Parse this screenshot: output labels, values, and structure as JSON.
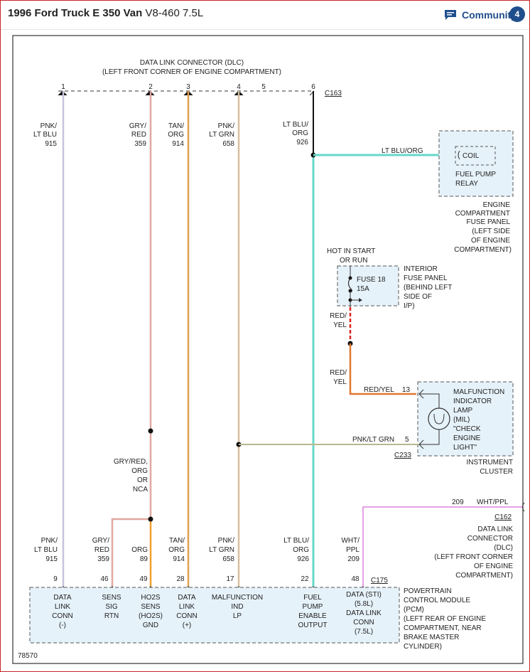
{
  "header": {
    "title": "1996 Ford Truck E 350 Van",
    "engine": "V8-460 7.5L",
    "community_label": "Community",
    "community_badge": "4"
  },
  "diagram": {
    "dlc_title_1": "DATA LINK CONNECTOR (DLC)",
    "dlc_title_2": "(LEFT FRONT CORNER OF ENGINE COMPARTMENT)",
    "dlc_pins": [
      "1",
      "2",
      "3",
      "4",
      "5",
      "6"
    ],
    "dlc_connector_id": "C163",
    "upper_wires": [
      {
        "color": "PNK/",
        "color2": "LT BLU",
        "circuit": "915"
      },
      {
        "color": "GRY/",
        "color2": "RED",
        "circuit": "359"
      },
      {
        "color": "TAN/",
        "color2": "ORG",
        "circuit": "914"
      },
      {
        "color": "PNK/",
        "color2": "LT GRN",
        "circuit": "658"
      },
      {
        "color": "LT BLU/",
        "color2": "ORG",
        "circuit": "926"
      }
    ],
    "relay_wire_label": "LT BLU/ORG",
    "relay_coil": "COIL",
    "relay_name_1": "FUEL PUMP",
    "relay_name_2": "RELAY",
    "engine_fuse_panel": [
      "ENGINE",
      "COMPARTMENT",
      "FUSE PANEL",
      "(LEFT SIDE",
      "OF ENGINE",
      "COMPARTMENT)"
    ],
    "hot_label_1": "HOT IN START",
    "hot_label_2": "OR RUN",
    "fuse_name": "FUSE 18",
    "fuse_rating": "15A",
    "interior_fuse_panel": [
      "INTERIOR",
      "FUSE PANEL",
      "(BEHIND LEFT",
      "SIDE OF",
      "I/P)"
    ],
    "red_yel_1": "RED/",
    "red_yel_2": "YEL",
    "mil_wire_label": "RED/YEL",
    "mil_pin_13": "13",
    "mil_pin_5": "5",
    "mil_ground_wire_label": "PNK/LT GRN",
    "cluster_connector_id": "C233",
    "mil_text": [
      "MALFUNCTION",
      "INDICATOR",
      "LAMP",
      "(MIL)",
      "\"CHECK",
      "ENGINE",
      "LIGHT\""
    ],
    "cluster_label_1": "INSTRUMENT",
    "cluster_label_2": "CLUSTER",
    "splice_label": [
      "GRY/RED,",
      "ORG",
      "OR",
      "NCA"
    ],
    "sti_circuit": "209",
    "sti_wire_label": "WHT/PPL",
    "c162_id": "C162",
    "c162_label": [
      "DATA LINK",
      "CONNECTOR",
      "(DLC)",
      "(LEFT FRONT CORNER",
      "OF ENGINE",
      "COMPARTMENT)"
    ],
    "lower_wires": [
      {
        "color": "PNK/",
        "color2": "LT BLU",
        "circuit": "915"
      },
      {
        "color": "GRY/",
        "color2": "RED",
        "circuit": "359"
      },
      {
        "color": "ORG",
        "color2": "89",
        "circuit": ""
      },
      {
        "color": "TAN/",
        "color2": "ORG",
        "circuit": "914"
      },
      {
        "color": "PNK/",
        "color2": "LT GRN",
        "circuit": "658"
      },
      {
        "color": "LT BLU/",
        "color2": "ORG",
        "circuit": "926"
      },
      {
        "color": "WHT/",
        "color2": "PPL",
        "circuit": "209"
      }
    ],
    "pcm_pins": [
      "9",
      "46",
      "49",
      "28",
      "17",
      "22",
      "48"
    ],
    "pcm_connector_id": "C175",
    "pcm_functions": [
      [
        "DATA",
        "LINK",
        "CONN",
        "(-)"
      ],
      [
        "SENS",
        "SIG",
        "RTN"
      ],
      [
        "HO2S",
        "SENS",
        "(HO2S)",
        "GND"
      ],
      [
        "DATA",
        "LINK",
        "CONN",
        "(+)"
      ],
      [
        "MALFUNCTION",
        "IND",
        "LP"
      ],
      [
        "FUEL",
        "PUMP",
        "ENABLE",
        "OUTPUT"
      ],
      [
        "DATA (STI)",
        "(5.8L)",
        "DATA LINK",
        "CONN",
        "(7.5L)"
      ]
    ],
    "pcm_label": [
      "POWERTRAIN",
      "CONTROL MODULE",
      "(PCM)",
      "(LEFT REAR OF ENGINE",
      "COMPARTMENT, NEAR",
      "BRAKE MASTER",
      "CYLINDER)"
    ],
    "figure_number": "78570"
  },
  "colors": {
    "pnk_ltblu": "#c8c4dc",
    "gry_red": "#e0a8a0",
    "tan_org": "#e0a050",
    "pnk_ltgrn": "#d8c0a0",
    "ltblu_org": "#66d8c8",
    "red_yel": "#e07830",
    "red_dash": "#e02020",
    "org": "#f0a030",
    "wht_ppl": "#e080e0",
    "mil_gnd": "#b8b890",
    "box_fill": "#e6f2fa",
    "header_blue": "#1f4e8c"
  }
}
